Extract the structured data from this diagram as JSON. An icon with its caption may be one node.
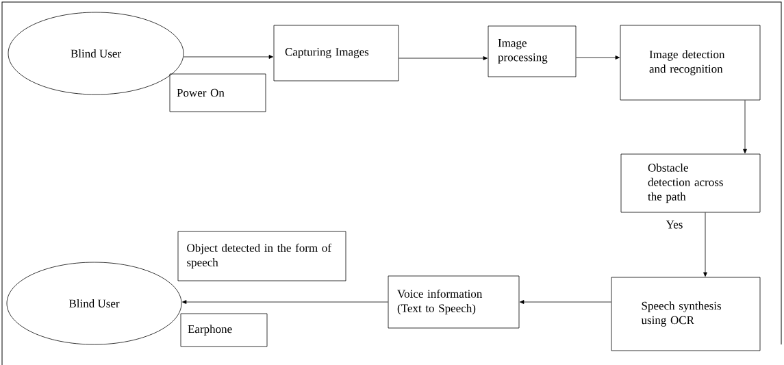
{
  "diagram": {
    "nodes": [
      {
        "text": [
          "Blind User"
        ]
      },
      {
        "text": [
          "Power On"
        ]
      },
      {
        "text": [
          "Capturing Images"
        ]
      },
      {
        "text": [
          "Image processing"
        ]
      },
      {
        "text": [
          "Image detection and recognition"
        ]
      },
      {
        "text": [
          "Obstacle detection across the path"
        ]
      },
      {
        "text": [
          "Speech synthesis using OCR"
        ]
      },
      {
        "text": [
          "Voice information (Text to Speech)"
        ]
      },
      {
        "text": [
          "Object detected in the form of speech"
        ]
      },
      {
        "text": [
          "Earphone"
        ]
      },
      {
        "text": [
          "Blind User"
        ]
      }
    ],
    "edges": [
      {
        "from": 0,
        "to": 2,
        "arrow": "to"
      },
      {
        "from": 2,
        "to": 3,
        "arrow": "to"
      },
      {
        "from": 3,
        "to": 4,
        "arrow": "to"
      },
      {
        "from": 4,
        "to": 5,
        "arrow": "to"
      },
      {
        "from": 5,
        "to": 6,
        "arrow": "to",
        "label": "Yes"
      },
      {
        "from": 6,
        "to": 7,
        "arrow": "to"
      },
      {
        "from": 7,
        "to": 10,
        "arrow": "to"
      }
    ]
  }
}
